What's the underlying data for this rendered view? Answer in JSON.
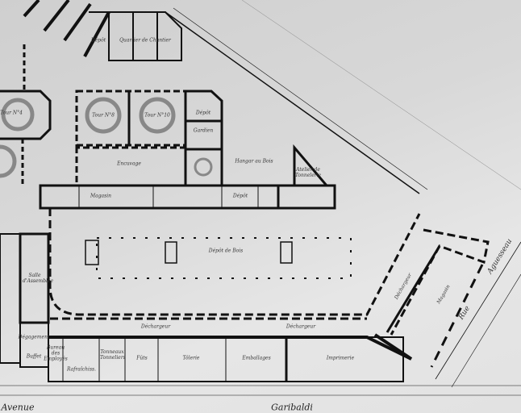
{
  "title": "Plan d'ensemble – entrepôt",
  "labels": {
    "tour_left": "Tour N°4",
    "tour_8": "Tour N°8",
    "tour_10": "Tour N°10",
    "encuvage": "Encuvage",
    "depot_top": "Dépôt",
    "gardien": "Gardien",
    "hangar": "Hangar au Bois",
    "atelier": "Atelier de Tonnelerie",
    "magasin": "Magasin",
    "depot_mid": "Dépôt",
    "depot_bois": "Dépôt de Bois",
    "dechargeur_1": "Déchargeur",
    "dechargeur_2": "Déchargeur",
    "dechargeur_3": "Déchargeur",
    "salle": "Salle d'Assemblée",
    "degagement": "Dégagement",
    "buffet": "Buffet",
    "bureau": "Bureau des Employés",
    "rafraich": "Rafraîchiss.",
    "tonneaux": "Tonneaux Tonneliers",
    "futs": "Fûts",
    "tolerie": "Tôlerie",
    "emballages": "Emballages",
    "imprimerie": "Imprimerie",
    "magasin_right": "Magasin",
    "quartier": "Quartier de Chantier",
    "depot_top2": "Dépôt"
  },
  "streets": {
    "garibaldi": "Garibaldi",
    "avenue": "Avenue",
    "rue": "Rue",
    "aguesseau": "Aguesseau"
  }
}
